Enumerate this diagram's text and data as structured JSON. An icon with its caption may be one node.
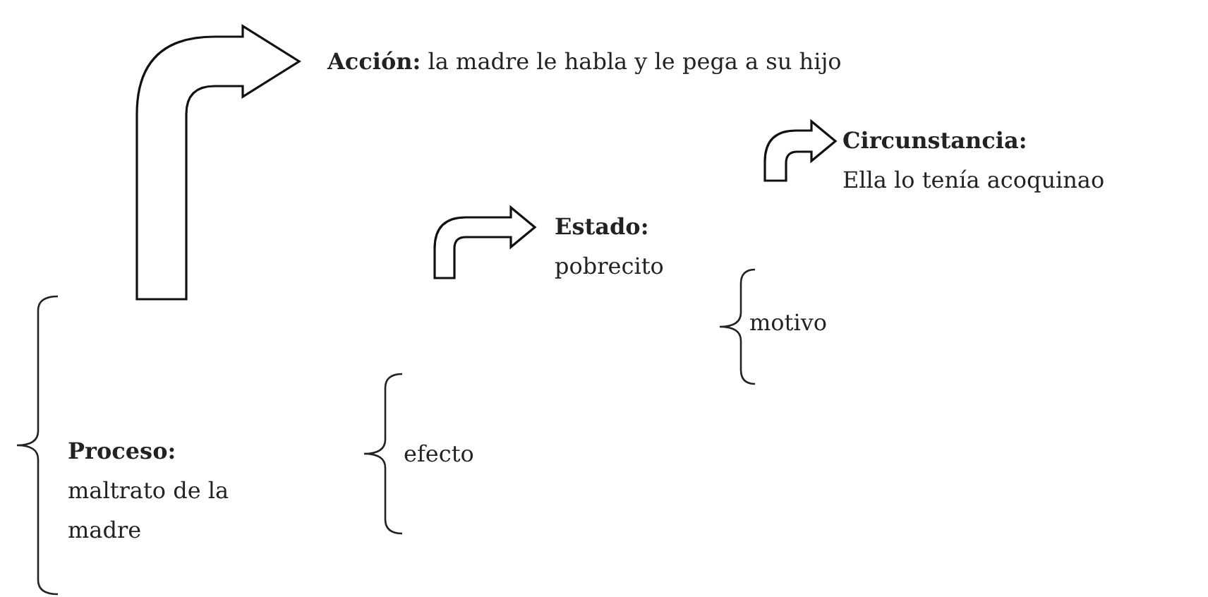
{
  "diagram": {
    "nodes": [
      {
        "text": [
          "Acción:",
          "la madre le habla y le pega a su hijo"
        ]
      },
      {
        "text": [
          "Circunstancia:",
          "Ella lo tenía acoquinao"
        ]
      },
      {
        "text": [
          "Estado:",
          "pobrecito"
        ]
      },
      {
        "text": [
          "Proceso:",
          "maltrato de la madre"
        ]
      }
    ],
    "edges": [
      {
        "from": null,
        "to": 0,
        "arrow": "to"
      },
      {
        "from": null,
        "to": 1,
        "arrow": "to"
      },
      {
        "from": null,
        "to": 2,
        "arrow": "to"
      }
    ],
    "labels": [
      "motivo",
      "efecto"
    ]
  }
}
